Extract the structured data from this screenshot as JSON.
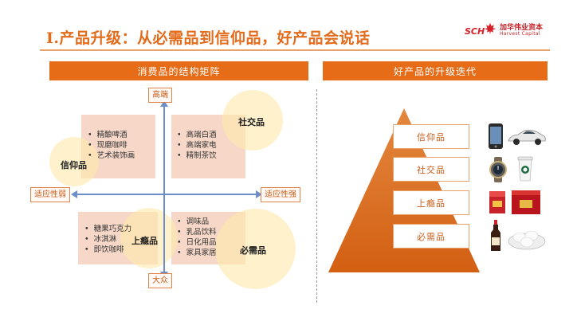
{
  "header": {
    "title": "I.产品升级：从必需品到信仰品，好产品会说话",
    "logo_mark": "SCH",
    "logo_cn": "加华伟业资本",
    "logo_en": "Harvest Capital"
  },
  "left_panel": {
    "banner": "消费品的结构矩阵",
    "axis_top": "高端",
    "axis_bottom": "大众",
    "axis_left": "适应性弱",
    "axis_right": "适应性强",
    "quadrants": {
      "top_left": {
        "category": "信仰品",
        "items": [
          "精酿啤酒",
          "现磨咖啡",
          "艺术装饰画"
        ]
      },
      "top_right": {
        "category": "社交品",
        "items": [
          "高端白酒",
          "高端家电",
          "精制茶饮"
        ]
      },
      "bottom_left": {
        "category": "上瘾品",
        "items": [
          "糖果巧克力",
          "冰淇淋",
          "即饮咖啡"
        ]
      },
      "bottom_right": {
        "category": "必需品",
        "items": [
          "调味品",
          "乳品饮料",
          "日化用品",
          "家具家居"
        ]
      }
    }
  },
  "right_panel": {
    "banner": "好产品的升级迭代",
    "tiers": [
      "信仰品",
      "社交品",
      "上瘾品",
      "必需品"
    ],
    "icons": [
      "smartphone-icon",
      "sports-car-icon",
      "luxury-watch-icon",
      "coffee-cup-icon",
      "cigarette-pack-icon",
      "chocolate-box-icon",
      "soy-sauce-bottle-icon",
      "dumplings-icon"
    ]
  },
  "colors": {
    "accent": "#e66c17",
    "axis": "#6d8fc9",
    "quad_fill": "#f7d8c8",
    "circle_fill": "#fde9ad"
  }
}
